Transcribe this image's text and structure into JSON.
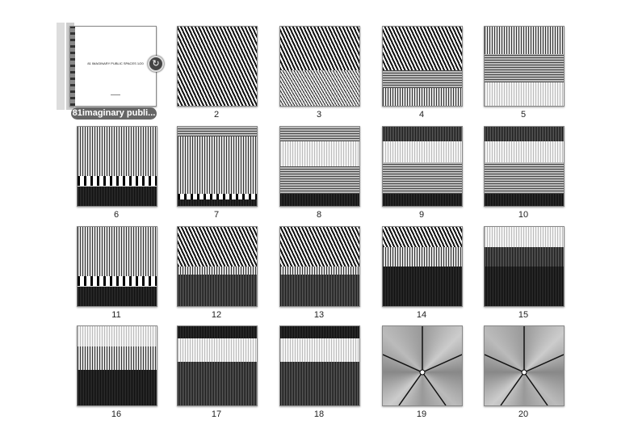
{
  "document": {
    "cover_title": "81 IMAGINARY PUBLIC SPACES 1/20",
    "file_label": "81imaginary publi..."
  },
  "pages": [
    {
      "label": "2",
      "style": "a"
    },
    {
      "label": "3",
      "style": "b"
    },
    {
      "label": "4",
      "style": "c"
    },
    {
      "label": "5",
      "style": "d"
    },
    {
      "label": "6",
      "style": "e"
    },
    {
      "label": "7",
      "style": "f"
    },
    {
      "label": "8",
      "style": "g"
    },
    {
      "label": "9",
      "style": "h"
    },
    {
      "label": "10",
      "style": "h"
    },
    {
      "label": "11",
      "style": "e"
    },
    {
      "label": "12",
      "style": "i"
    },
    {
      "label": "13",
      "style": "i"
    },
    {
      "label": "14",
      "style": "j"
    },
    {
      "label": "15",
      "style": "k"
    },
    {
      "label": "16",
      "style": "l"
    },
    {
      "label": "17",
      "style": "m"
    },
    {
      "label": "18",
      "style": "m"
    },
    {
      "label": "19",
      "style": "n"
    },
    {
      "label": "20",
      "style": "n"
    }
  ]
}
